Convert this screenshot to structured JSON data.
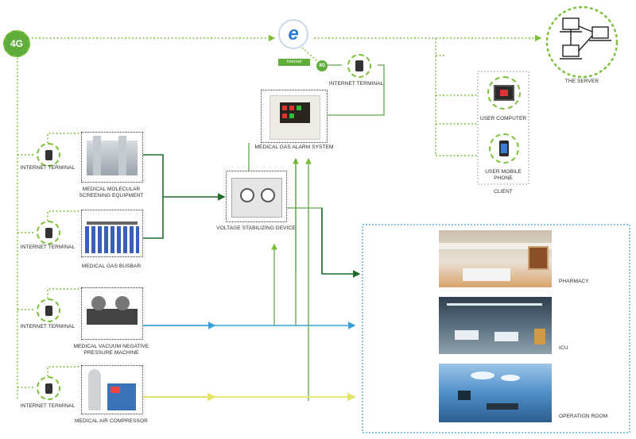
{
  "labels": {
    "internet": "Internet",
    "four_g": "4G",
    "server": "THE SERVER",
    "internet_terminal": "INTERNET TERMINAL",
    "alarm_system": "MEDICAL GAS ALARM SYSTEM",
    "voltage_device": "VOLTAGE STABILIZING DEVICE",
    "molecular_1": "MEDICAL MOLECULAR",
    "molecular_2": "SCREENING EQUIPMENT",
    "busbar": "MEDICAL GAS BUSBAR",
    "vacuum_1": "MEDICAL VACUUM NEGATIVE",
    "vacuum_2": "PRESSURE MACHINE",
    "compressor": "MEDICAL AIR COMPRESSOR",
    "user_computer": "USER COMPUTER",
    "user_mobile_1": "USER MOBILE",
    "user_mobile_2": "PHONE",
    "client": "CLIENT",
    "pharmacy": "PHARMACY",
    "icu": "ICU",
    "operation_room": "OPERATION ROOM"
  },
  "colors": {
    "dotted_green": "#7cbf3a",
    "pipe_green": "#1f6b2a",
    "blue_line": "#3aa0d8",
    "yellow_line": "#e4e36a",
    "accent_4g": "#5fae3b"
  }
}
